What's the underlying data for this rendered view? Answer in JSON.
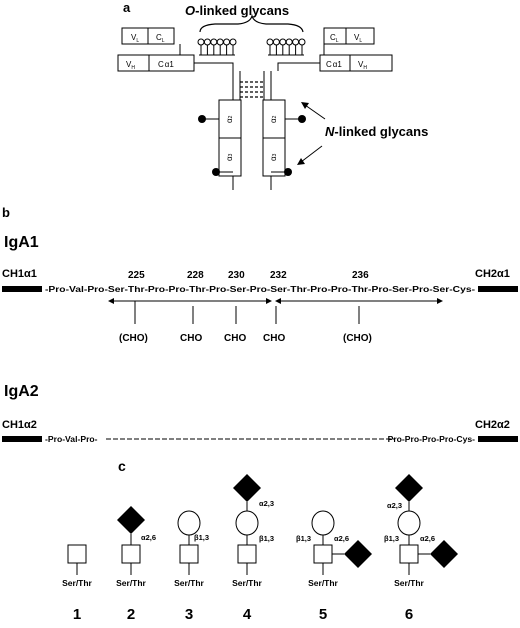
{
  "panel_a": {
    "label": "a",
    "title_o_letter": "O",
    "title_o_rest": "-linked glycans",
    "title_n_letter": "N",
    "title_n_rest": "-linked glycans",
    "left_light_chain": [
      "V",
      "L",
      "C",
      "L"
    ],
    "left_heavy_chain": [
      "V",
      "H",
      "C",
      "α1"
    ],
    "right_light_chain": [
      "C",
      "L",
      "V",
      "L"
    ],
    "right_heavy_chain": [
      "C",
      "α1",
      "V",
      "H"
    ],
    "domain_labels": [
      "α",
      "2",
      "α",
      "3",
      "α",
      "2",
      "α",
      "3"
    ],
    "o_glycans_per_side": 6,
    "n_glycans_per_side": 2
  },
  "panel_b": {
    "label": "b",
    "iga1": {
      "title": "IgA1",
      "left_domain": "CH1α1",
      "right_domain": "CH2α1",
      "sequence": "-Pro-Val-Pro-Ser-Thr-Pro-Pro-Thr-Pro-Ser-Pro-Ser-Thr-Pro-Pro-Thr-Pro-Ser-Pro-Ser-Cys-",
      "positions": [
        "225",
        "228",
        "230",
        "232",
        "236"
      ],
      "cho_sites": [
        "(CHO)",
        "CHO",
        "CHO",
        "CHO",
        "(CHO)"
      ]
    },
    "iga2": {
      "title": "IgA2",
      "left_domain": "CH1α2",
      "right_domain": "CH2α2",
      "sequence_left": "-Pro-Val-Pro-",
      "sequence_right": "Pro-Pro-Pro-Pro-Cys-"
    }
  },
  "panel_c": {
    "label": "c",
    "structures": [
      {
        "number": "1",
        "anchor": "Ser/Thr",
        "linkages": []
      },
      {
        "number": "2",
        "anchor": "Ser/Thr",
        "linkages": [
          "α2,6"
        ]
      },
      {
        "number": "3",
        "anchor": "Ser/Thr",
        "linkages": [
          "β1,3"
        ]
      },
      {
        "number": "4",
        "anchor": "Ser/Thr",
        "linkages": [
          "α2,3",
          "β1,3"
        ]
      },
      {
        "number": "5",
        "anchor": "Ser/Thr",
        "linkages": [
          "β1,3",
          "α2,6"
        ]
      },
      {
        "number": "6",
        "anchor": "Ser/Thr",
        "linkages": [
          "α2,3",
          "β1,3",
          "α2,6"
        ]
      }
    ]
  }
}
